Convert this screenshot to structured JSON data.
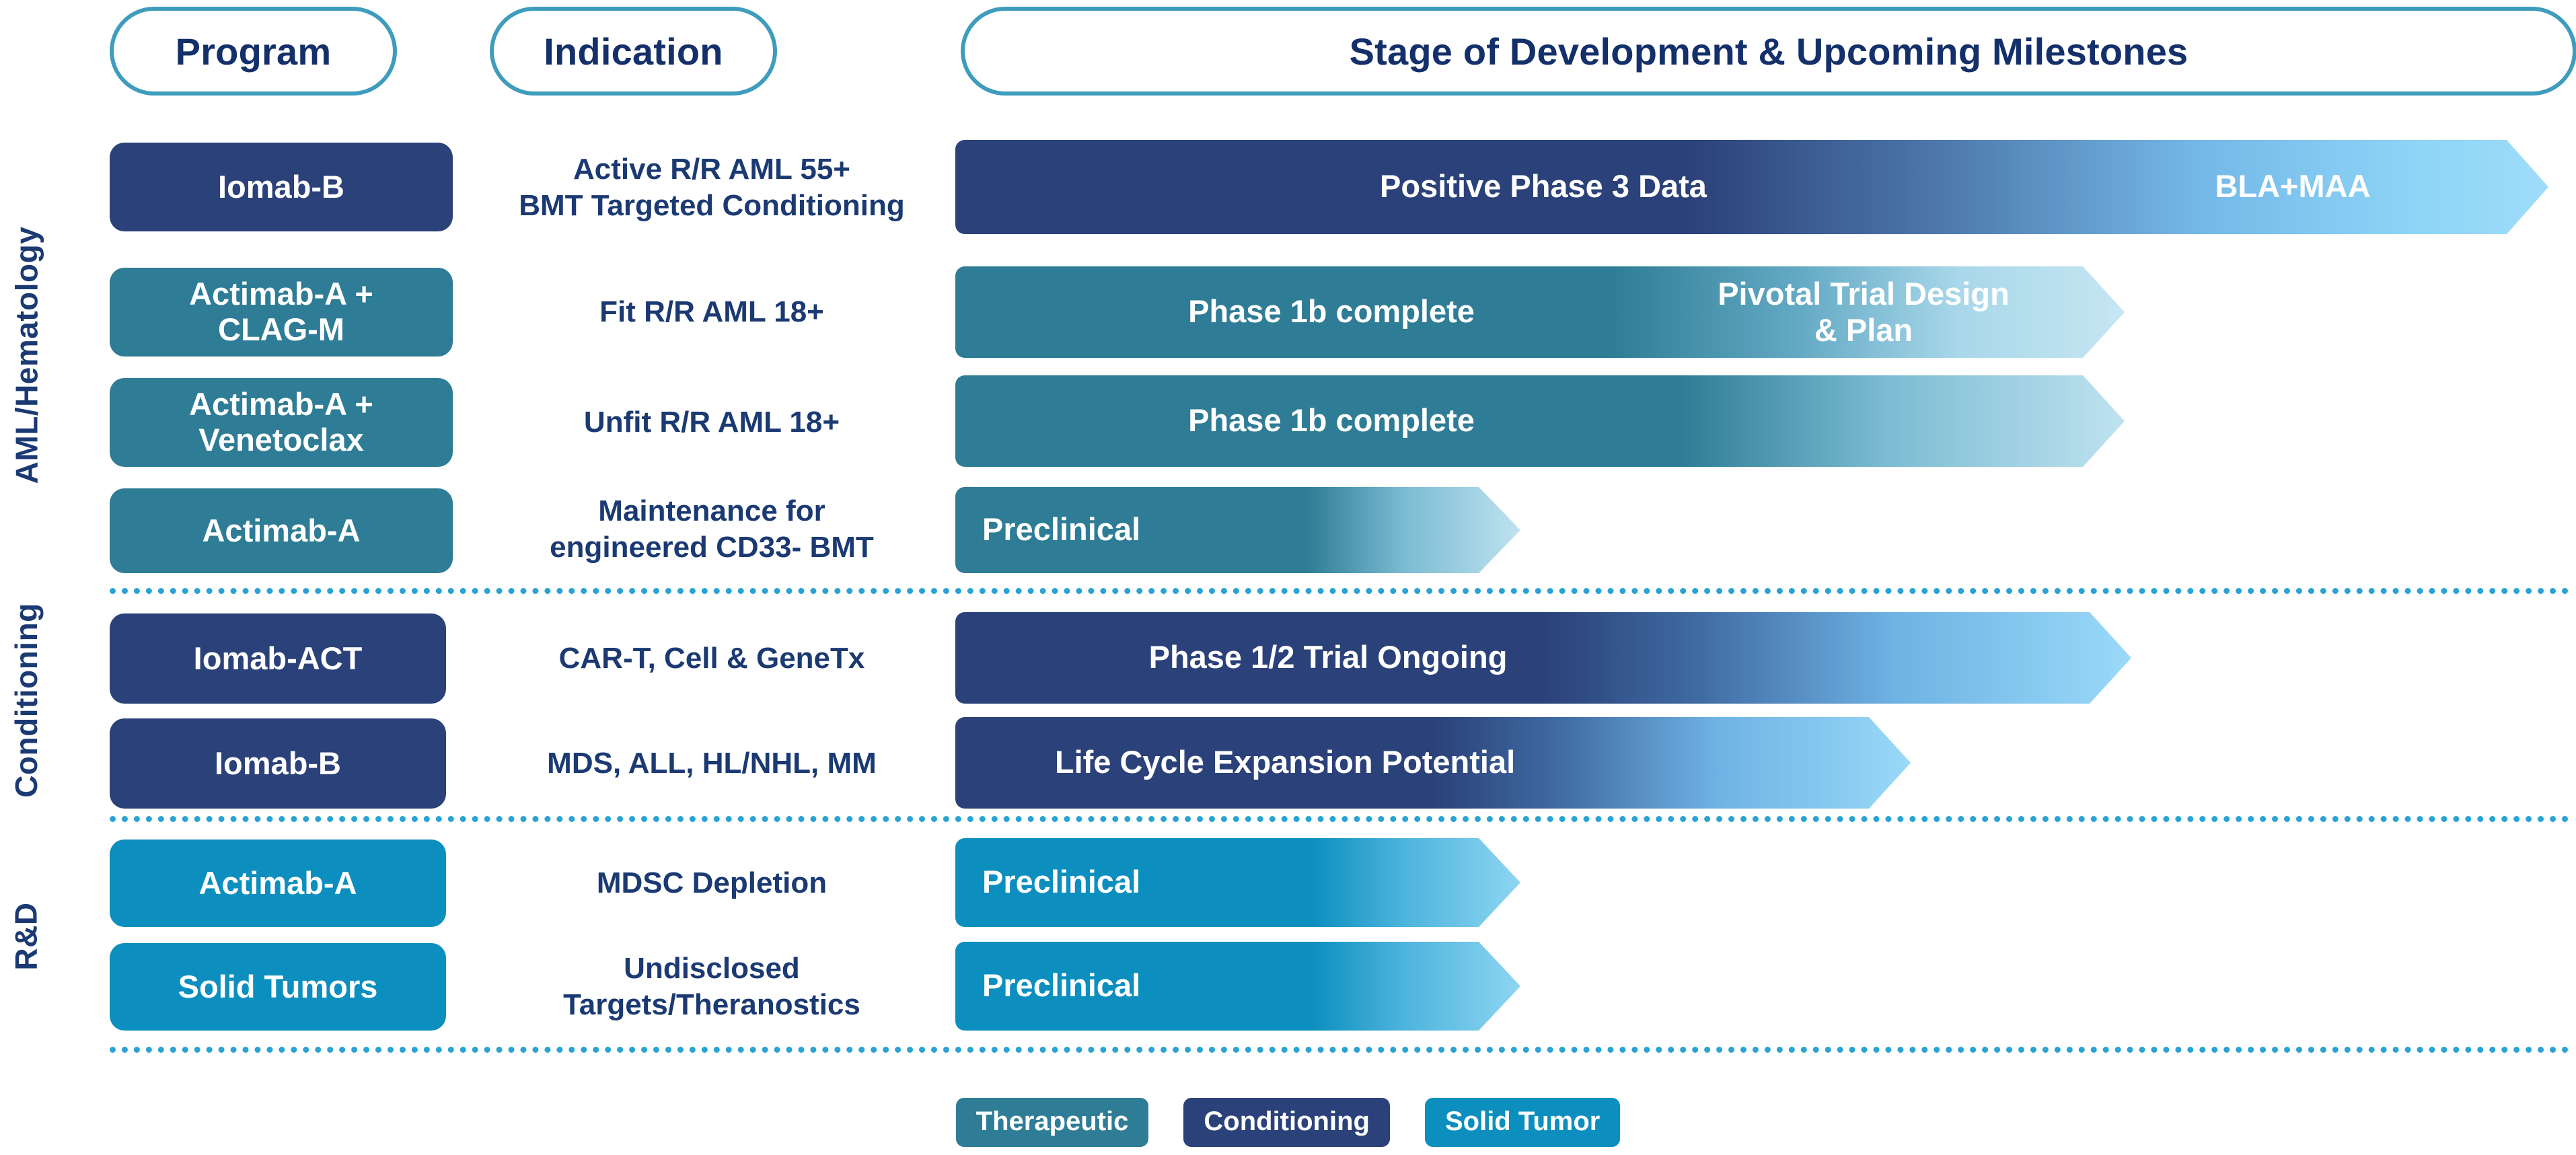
{
  "headers": {
    "program": "Program",
    "indication": "Indication",
    "stage": "Stage of Development & Upcoming Milestones"
  },
  "groups": [
    {
      "id": "aml",
      "label": "AML/Hematology"
    },
    {
      "id": "cond",
      "label": "Conditioning"
    },
    {
      "id": "rd",
      "label": "R&D"
    }
  ],
  "legend": [
    {
      "label": "Therapeutic",
      "color": "#2e7c95"
    },
    {
      "label": "Conditioning",
      "color": "#2b4179"
    },
    {
      "label": "Solid Tumor",
      "color": "#0c8fbe"
    }
  ],
  "colors": {
    "conditioning": "#2b4179",
    "therapeutic": "#2e7c95",
    "solid_tumor": "#0c8fbe",
    "accent_outline": "#3e9cbd",
    "divider": "#29a3d4",
    "heading_text": "#14306b",
    "indication_text": "#1b3a73"
  },
  "chart_data": {
    "type": "bar",
    "title": "Stage of Development & Upcoming Milestones",
    "xlabel": "",
    "ylabel": "",
    "grid": false,
    "legend_position": "bottom",
    "categories": [
      "Iomab-B",
      "Actimab-A + CLAG-M",
      "Actimab-A + Venetoclax",
      "Actimab-A",
      "Iomab-ACT",
      "Iomab-B",
      "Actimab-A",
      "Solid Tumors"
    ],
    "rows": [
      {
        "group": "AML/Hematology",
        "program": "Iomab-B",
        "indication": "Active R/R AML 55+\nBMT Targeted Conditioning",
        "category": "Conditioning",
        "stage_label": "Positive Phase 3 Data",
        "milestone_label": "BLA+MAA",
        "bar_extent_pct": 100
      },
      {
        "group": "AML/Hematology",
        "program": "Actimab-A +\nCLAG-M",
        "indication": "Fit R/R AML 18+",
        "category": "Therapeutic",
        "stage_label": "Phase 1b complete",
        "milestone_label": "Pivotal Trial Design\n& Plan",
        "bar_extent_pct": 73
      },
      {
        "group": "AML/Hematology",
        "program": "Actimab-A +\nVenetoclax",
        "indication": "Unfit R/R AML 18+",
        "category": "Therapeutic",
        "stage_label": "Phase 1b complete",
        "milestone_label": "",
        "bar_extent_pct": 73
      },
      {
        "group": "AML/Hematology",
        "program": "Actimab-A",
        "indication": "Maintenance for\nengineered CD33- BMT",
        "category": "Therapeutic",
        "stage_label": "Preclinical",
        "milestone_label": "",
        "bar_extent_pct": 35
      },
      {
        "group": "Conditioning",
        "program": "Iomab-ACT",
        "indication": "CAR-T, Cell & GeneTx",
        "category": "Conditioning",
        "stage_label": "Phase 1/2 Trial Ongoing",
        "milestone_label": "",
        "bar_extent_pct": 74
      },
      {
        "group": "Conditioning",
        "program": "Iomab-B",
        "indication": "MDS, ALL, HL/NHL, MM",
        "category": "Conditioning",
        "stage_label": "Life Cycle Expansion Potential",
        "milestone_label": "",
        "bar_extent_pct": 60
      },
      {
        "group": "R&D",
        "program": "Actimab-A",
        "indication": "MDSC Depletion",
        "category": "Solid Tumor",
        "stage_label": "Preclinical",
        "milestone_label": "",
        "bar_extent_pct": 35
      },
      {
        "group": "R&D",
        "program": "Solid Tumors",
        "indication": "Undisclosed\nTargets/Theranostics",
        "category": "Solid Tumor",
        "stage_label": "Preclinical",
        "milestone_label": "",
        "bar_extent_pct": 35
      }
    ]
  }
}
